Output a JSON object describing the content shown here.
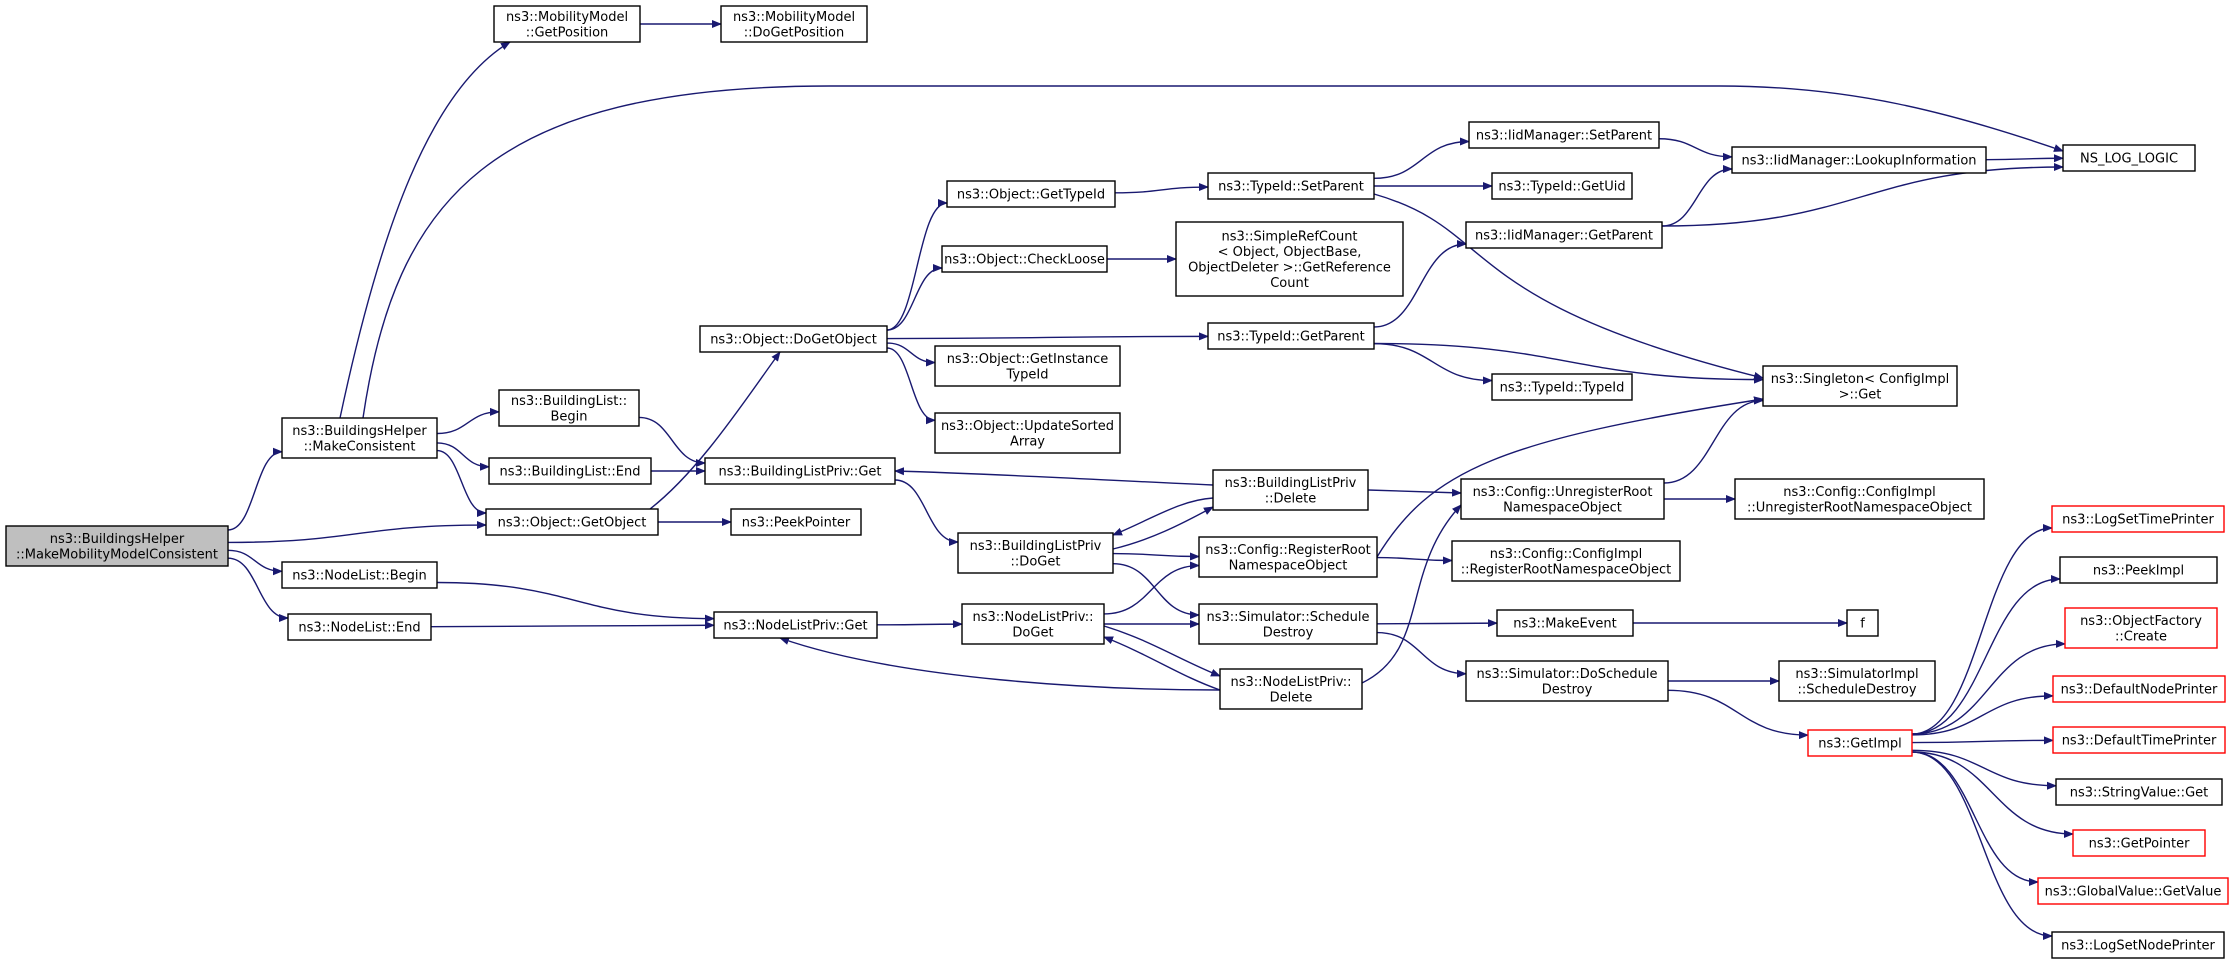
{
  "nodes": [
    {
      "id": "root",
      "lines": [
        "ns3::BuildingsHelper",
        "::MakeMobilityModelConsistent"
      ],
      "style": "root"
    },
    {
      "id": "bh_mc",
      "lines": [
        "ns3::BuildingsHelper",
        "::MakeConsistent"
      ]
    },
    {
      "id": "mm_gp",
      "lines": [
        "ns3::MobilityModel",
        "::GetPosition"
      ]
    },
    {
      "id": "mm_dgp",
      "lines": [
        "ns3::MobilityModel",
        "::DoGetPosition"
      ]
    },
    {
      "id": "log",
      "lines": [
        "NS_LOG_LOGIC"
      ]
    },
    {
      "id": "bl_begin",
      "lines": [
        "ns3::BuildingList::",
        "Begin"
      ]
    },
    {
      "id": "bl_end",
      "lines": [
        "ns3::BuildingList::End"
      ]
    },
    {
      "id": "obj_go",
      "lines": [
        "ns3::Object::GetObject"
      ]
    },
    {
      "id": "peekptr",
      "lines": [
        "ns3::PeekPointer"
      ]
    },
    {
      "id": "nl_begin",
      "lines": [
        "ns3::NodeList::Begin"
      ]
    },
    {
      "id": "nl_end",
      "lines": [
        "ns3::NodeList::End"
      ]
    },
    {
      "id": "obj_dgo",
      "lines": [
        "ns3::Object::DoGetObject"
      ]
    },
    {
      "id": "obj_gti",
      "lines": [
        "ns3::Object::GetTypeId"
      ]
    },
    {
      "id": "obj_cl",
      "lines": [
        "ns3::Object::CheckLoose"
      ]
    },
    {
      "id": "obj_git",
      "lines": [
        "ns3::Object::GetInstance",
        "TypeId"
      ]
    },
    {
      "id": "obj_usa",
      "lines": [
        "ns3::Object::UpdateSorted",
        "Array"
      ]
    },
    {
      "id": "srf",
      "lines": [
        "ns3::SimpleRefCount",
        "< Object, ObjectBase,",
        "ObjectDeleter >::GetReference",
        "Count"
      ]
    },
    {
      "id": "blp_get",
      "lines": [
        "ns3::BuildingListPriv::Get"
      ]
    },
    {
      "id": "blp_dg",
      "lines": [
        "ns3::BuildingListPriv",
        "::DoGet"
      ]
    },
    {
      "id": "blp_del",
      "lines": [
        "ns3::BuildingListPriv",
        "::Delete"
      ]
    },
    {
      "id": "nlp_get",
      "lines": [
        "ns3::NodeListPriv::Get"
      ]
    },
    {
      "id": "nlp_dg",
      "lines": [
        "ns3::NodeListPriv::",
        "DoGet"
      ]
    },
    {
      "id": "nlp_del",
      "lines": [
        "ns3::NodeListPriv::",
        "Delete"
      ]
    },
    {
      "id": "tid_sp",
      "lines": [
        "ns3::TypeId::SetParent"
      ]
    },
    {
      "id": "tid_gp",
      "lines": [
        "ns3::TypeId::GetParent"
      ]
    },
    {
      "id": "tid_guid",
      "lines": [
        "ns3::TypeId::GetUid"
      ]
    },
    {
      "id": "tid_tid",
      "lines": [
        "ns3::TypeId::TypeId"
      ]
    },
    {
      "id": "iid_sp",
      "lines": [
        "ns3::IidManager::SetParent"
      ]
    },
    {
      "id": "iid_gp",
      "lines": [
        "ns3::IidManager::GetParent"
      ]
    },
    {
      "id": "iid_li",
      "lines": [
        "ns3::IidManager::LookupInformation"
      ]
    },
    {
      "id": "singleton",
      "lines": [
        "ns3::Singleton< ConfigImpl",
        ">::Get"
      ]
    },
    {
      "id": "cfg_rrn",
      "lines": [
        "ns3::Config::RegisterRoot",
        "NamespaceObject"
      ]
    },
    {
      "id": "cfg_urn",
      "lines": [
        "ns3::Config::UnregisterRoot",
        "NamespaceObject"
      ]
    },
    {
      "id": "cfgi_rrn",
      "lines": [
        "ns3::Config::ConfigImpl",
        "::RegisterRootNamespaceObject"
      ]
    },
    {
      "id": "cfgi_urn",
      "lines": [
        "ns3::Config::ConfigImpl",
        "::UnregisterRootNamespaceObject"
      ]
    },
    {
      "id": "sim_sd",
      "lines": [
        "ns3::Simulator::Schedule",
        "Destroy"
      ]
    },
    {
      "id": "sim_dsd",
      "lines": [
        "ns3::Simulator::DoSchedule",
        "Destroy"
      ]
    },
    {
      "id": "simi_sd",
      "lines": [
        "ns3::SimulatorImpl",
        "::ScheduleDestroy"
      ]
    },
    {
      "id": "mkevent",
      "lines": [
        "ns3::MakeEvent"
      ]
    },
    {
      "id": "f",
      "lines": [
        "f"
      ]
    },
    {
      "id": "getimpl",
      "lines": [
        "ns3::GetImpl"
      ],
      "style": "red"
    },
    {
      "id": "lstp",
      "lines": [
        "ns3::LogSetTimePrinter"
      ],
      "style": "red"
    },
    {
      "id": "peekimpl",
      "lines": [
        "ns3::PeekImpl"
      ]
    },
    {
      "id": "objf_create",
      "lines": [
        "ns3::ObjectFactory",
        "::Create"
      ],
      "style": "red"
    },
    {
      "id": "dnp",
      "lines": [
        "ns3::DefaultNodePrinter"
      ],
      "style": "red"
    },
    {
      "id": "dtp",
      "lines": [
        "ns3::DefaultTimePrinter"
      ],
      "style": "red"
    },
    {
      "id": "sv_get",
      "lines": [
        "ns3::StringValue::Get"
      ]
    },
    {
      "id": "getptr",
      "lines": [
        "ns3::GetPointer"
      ],
      "style": "red"
    },
    {
      "id": "gv_getvalue",
      "lines": [
        "ns3::GlobalValue::GetValue"
      ],
      "style": "red"
    },
    {
      "id": "lsnp",
      "lines": [
        "ns3::LogSetNodePrinter"
      ]
    }
  ],
  "edges": [
    [
      "root",
      "bh_mc"
    ],
    [
      "root",
      "obj_go"
    ],
    [
      "root",
      "nl_begin"
    ],
    [
      "root",
      "nl_end"
    ],
    [
      "bh_mc",
      "mm_gp"
    ],
    [
      "bh_mc",
      "log"
    ],
    [
      "bh_mc",
      "bl_begin"
    ],
    [
      "bh_mc",
      "bl_end"
    ],
    [
      "bh_mc",
      "obj_go"
    ],
    [
      "mm_gp",
      "mm_dgp"
    ],
    [
      "bl_begin",
      "blp_get"
    ],
    [
      "bl_end",
      "blp_get"
    ],
    [
      "obj_go",
      "obj_dgo"
    ],
    [
      "obj_go",
      "peekptr"
    ],
    [
      "nl_begin",
      "nlp_get"
    ],
    [
      "nl_end",
      "nlp_get"
    ],
    [
      "obj_dgo",
      "obj_gti"
    ],
    [
      "obj_dgo",
      "obj_cl"
    ],
    [
      "obj_dgo",
      "tid_gp"
    ],
    [
      "obj_dgo",
      "obj_git"
    ],
    [
      "obj_dgo",
      "obj_usa"
    ],
    [
      "obj_gti",
      "tid_sp"
    ],
    [
      "obj_cl",
      "srf"
    ],
    [
      "tid_sp",
      "iid_sp"
    ],
    [
      "tid_sp",
      "tid_guid"
    ],
    [
      "tid_sp",
      "singleton"
    ],
    [
      "tid_gp",
      "iid_gp"
    ],
    [
      "tid_gp",
      "singleton"
    ],
    [
      "tid_gp",
      "tid_tid"
    ],
    [
      "iid_sp",
      "iid_li"
    ],
    [
      "iid_gp",
      "iid_li"
    ],
    [
      "iid_gp",
      "log"
    ],
    [
      "iid_li",
      "log"
    ],
    [
      "blp_get",
      "blp_dg"
    ],
    [
      "blp_dg",
      "blp_del"
    ],
    [
      "blp_dg",
      "cfg_rrn"
    ],
    [
      "blp_dg",
      "sim_sd"
    ],
    [
      "blp_del",
      "blp_get"
    ],
    [
      "blp_del",
      "blp_dg"
    ],
    [
      "blp_del",
      "cfg_urn"
    ],
    [
      "nlp_get",
      "nlp_dg"
    ],
    [
      "nlp_dg",
      "cfg_rrn"
    ],
    [
      "nlp_dg",
      "sim_sd"
    ],
    [
      "nlp_dg",
      "nlp_del"
    ],
    [
      "nlp_del",
      "nlp_get"
    ],
    [
      "nlp_del",
      "nlp_dg"
    ],
    [
      "nlp_del",
      "cfg_urn"
    ],
    [
      "cfg_rrn",
      "cfgi_rrn"
    ],
    [
      "cfg_rrn",
      "singleton"
    ],
    [
      "cfg_urn",
      "cfgi_urn"
    ],
    [
      "cfg_urn",
      "singleton"
    ],
    [
      "sim_sd",
      "mkevent"
    ],
    [
      "sim_sd",
      "sim_dsd"
    ],
    [
      "mkevent",
      "f"
    ],
    [
      "sim_dsd",
      "simi_sd"
    ],
    [
      "sim_dsd",
      "getimpl"
    ],
    [
      "getimpl",
      "lstp"
    ],
    [
      "getimpl",
      "peekimpl"
    ],
    [
      "getimpl",
      "objf_create"
    ],
    [
      "getimpl",
      "dnp"
    ],
    [
      "getimpl",
      "dtp"
    ],
    [
      "getimpl",
      "sv_get"
    ],
    [
      "getimpl",
      "getptr"
    ],
    [
      "getimpl",
      "gv_getvalue"
    ],
    [
      "getimpl",
      "lsnp"
    ]
  ],
  "colors": {
    "edge": "#191970",
    "node_border": "#000000",
    "root_fill": "#bfbfbf",
    "red_border": "#ff0000"
  }
}
